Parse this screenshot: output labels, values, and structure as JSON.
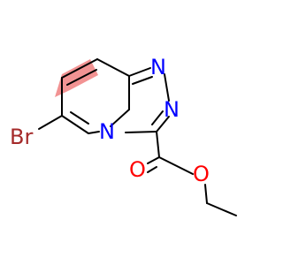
{
  "molecule": {
    "atoms": {
      "br": "Br",
      "n_triazole_1": "N",
      "n_triazole_2": "N",
      "n_bridge": "N",
      "o_carbonyl": "O",
      "o_ester": "O"
    },
    "colors": {
      "bond": "#000000",
      "bromine": "#a52a2a",
      "nitrogen": "#0000ff",
      "oxygen": "#ff0000",
      "highlight": "#f08080"
    }
  }
}
